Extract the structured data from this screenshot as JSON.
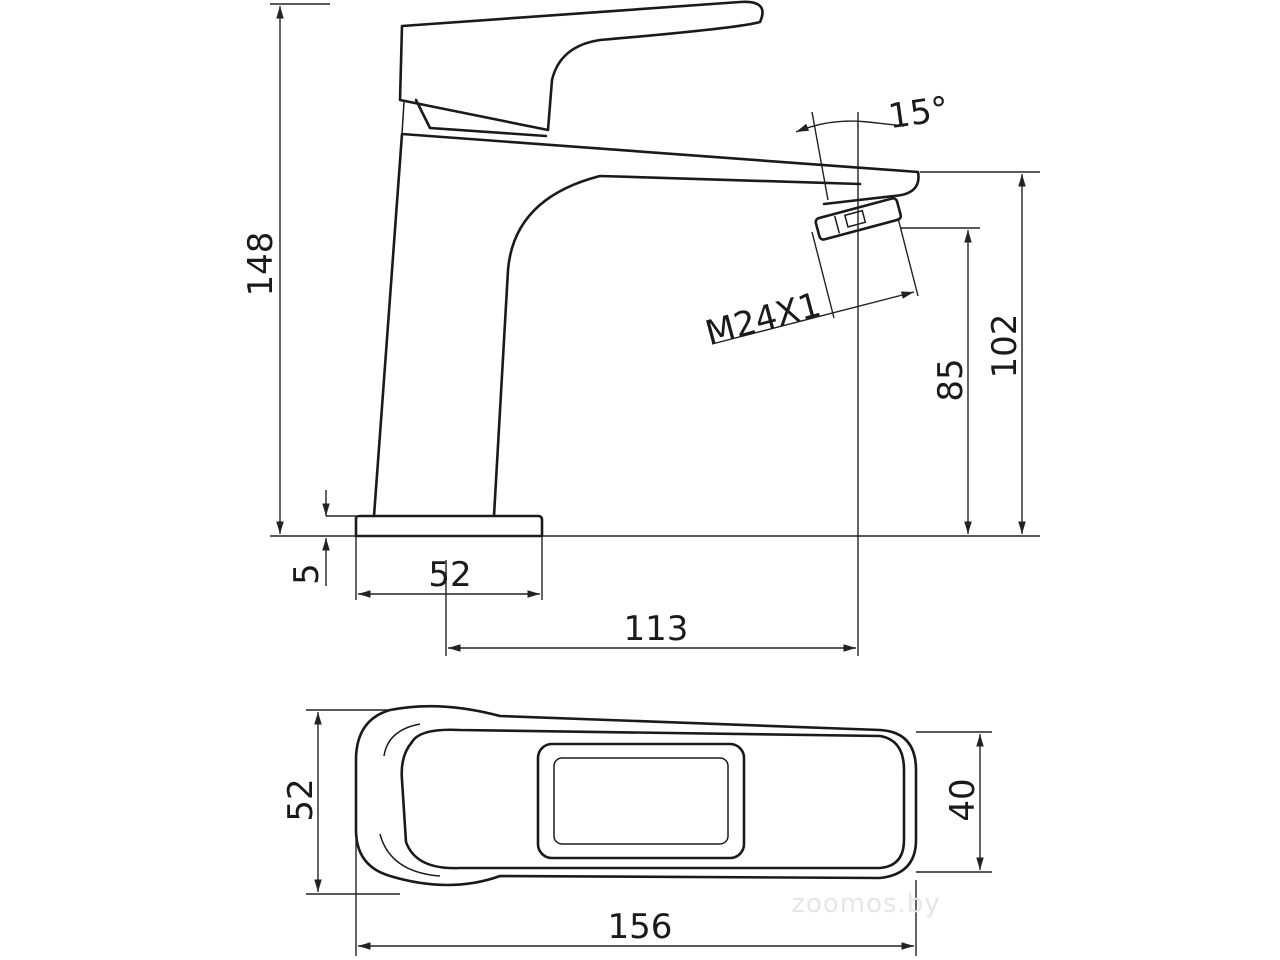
{
  "dimensions": {
    "total_height": "148",
    "base_thickness": "5",
    "base_width": "52",
    "spout_reach": "113",
    "aerator_height": "85",
    "spout_height": "102",
    "thread": "M24X1",
    "angle": "15°",
    "top_width": "52",
    "top_length": "156",
    "handle_width": "40"
  },
  "watermark": "zoomos.by",
  "colors": {
    "line": "#1a1a1a",
    "background": "#ffffff"
  }
}
